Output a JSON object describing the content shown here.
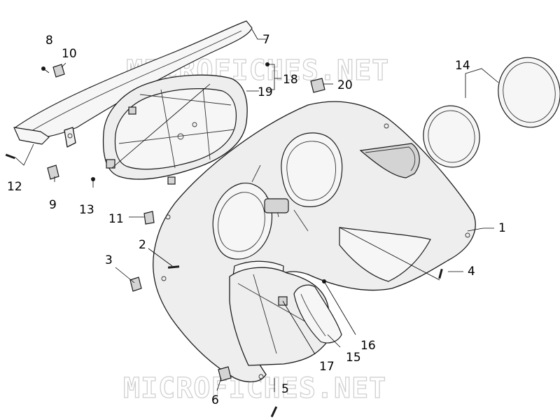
{
  "watermark": {
    "text": "MICROFICHES.NET"
  },
  "callouts": {
    "c1": "1",
    "c2": "2",
    "c3": "3",
    "c4": "4",
    "c5": "5",
    "c6": "6",
    "c7": "7",
    "c8": "8",
    "c9": "9",
    "c10": "10",
    "c11": "11",
    "c12": "12",
    "c13": "13",
    "c14": "14",
    "c15": "15",
    "c16": "16",
    "c17": "17",
    "c18": "18",
    "c19": "19",
    "c20": "20"
  }
}
